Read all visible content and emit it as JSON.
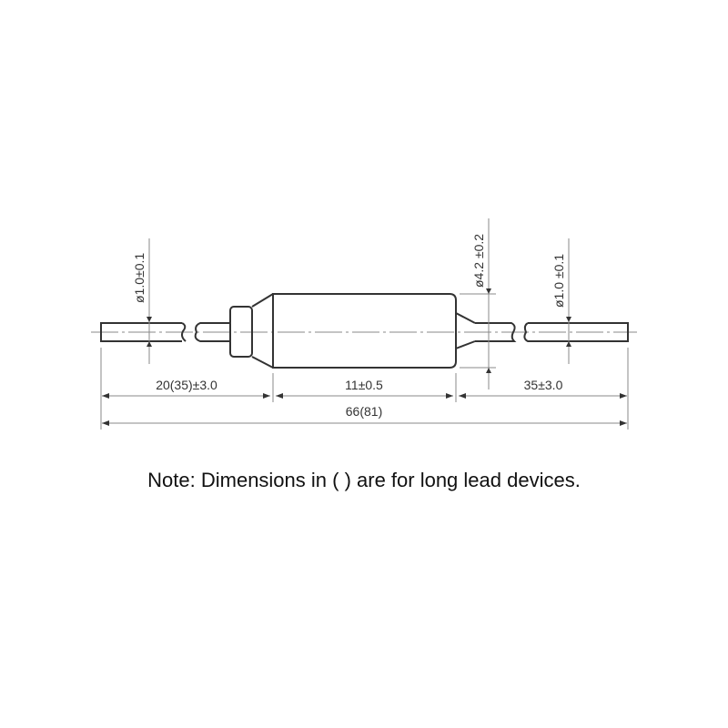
{
  "diagram": {
    "lead_diameter_left": "ø1.0±0.1",
    "body_diameter": "ø4.2 ±0.2",
    "lead_diameter_right": "ø1.0 ±0.1",
    "left_lead_length": "20(35)±3.0",
    "body_length": "11±0.5",
    "right_lead_length": "35±3.0",
    "overall_length": "66(81)"
  },
  "note": "Note: Dimensions in ( ) are for long lead devices."
}
